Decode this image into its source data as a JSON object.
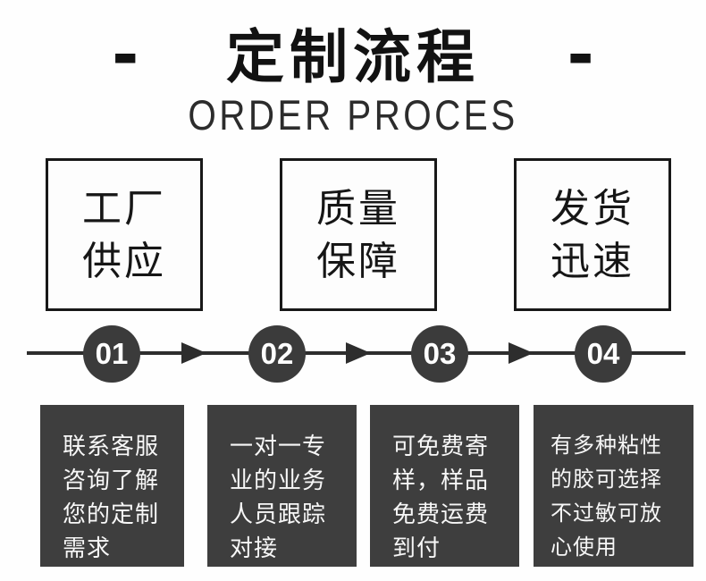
{
  "header": {
    "dash_left": "-",
    "dash_right": "-",
    "title": "定制流程",
    "subtitle": "ORDER PROCES"
  },
  "features": [
    {
      "text": "工厂\n供应"
    },
    {
      "text": "质量\n保障"
    },
    {
      "text": "发货\n迅速"
    }
  ],
  "timeline": {
    "steps": [
      "01",
      "02",
      "03",
      "04"
    ]
  },
  "details": [
    {
      "text": "联系客服\n咨询了解\n您的定制\n需求"
    },
    {
      "text": "一对一专\n业的业务\n人员跟踪\n对接"
    },
    {
      "text": "可免费寄\n样，样品\n免费运费\n到付"
    },
    {
      "text": "有多种粘性\n的胶可选择\n不过敏可放\n心使用"
    }
  ],
  "colors": {
    "background": "#fefefe",
    "title_text": "#121212",
    "subtitle_text": "#2c2c2c",
    "feature_border": "#181818",
    "timeline_line": "#2d2d2d",
    "step_circle_bg": "#3b3b3b",
    "step_circle_text": "#ffffff",
    "detail_box_bg": "#3e3e3e",
    "detail_box_text": "#f7f7f7"
  }
}
